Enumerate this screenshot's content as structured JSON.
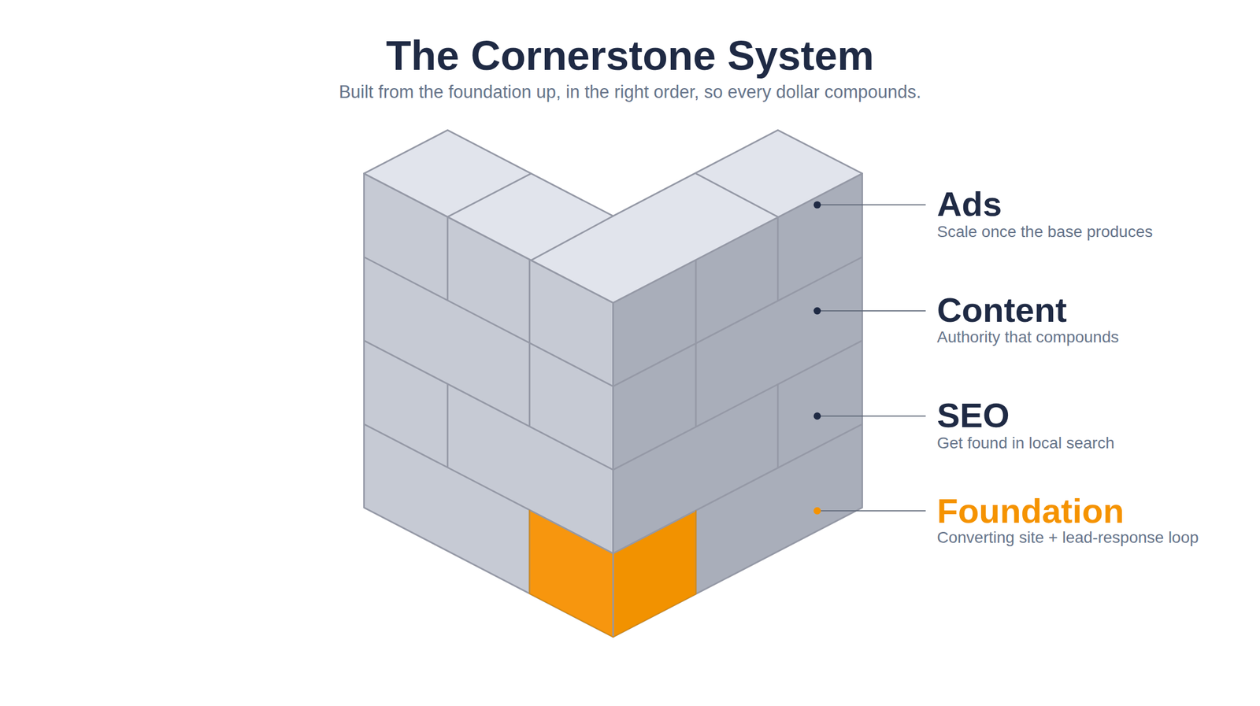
{
  "diagram": {
    "title": "The Cornerstone System",
    "caption": "Built from the foundation up, in the right order, so every dollar compounds.",
    "labels": [
      "Ads",
      "Scale once the base produces",
      "Content",
      "Authority that compounds",
      "SEO",
      "Get found in local search",
      "Foundation",
      "Converting site + lead-response loop"
    ]
  }
}
